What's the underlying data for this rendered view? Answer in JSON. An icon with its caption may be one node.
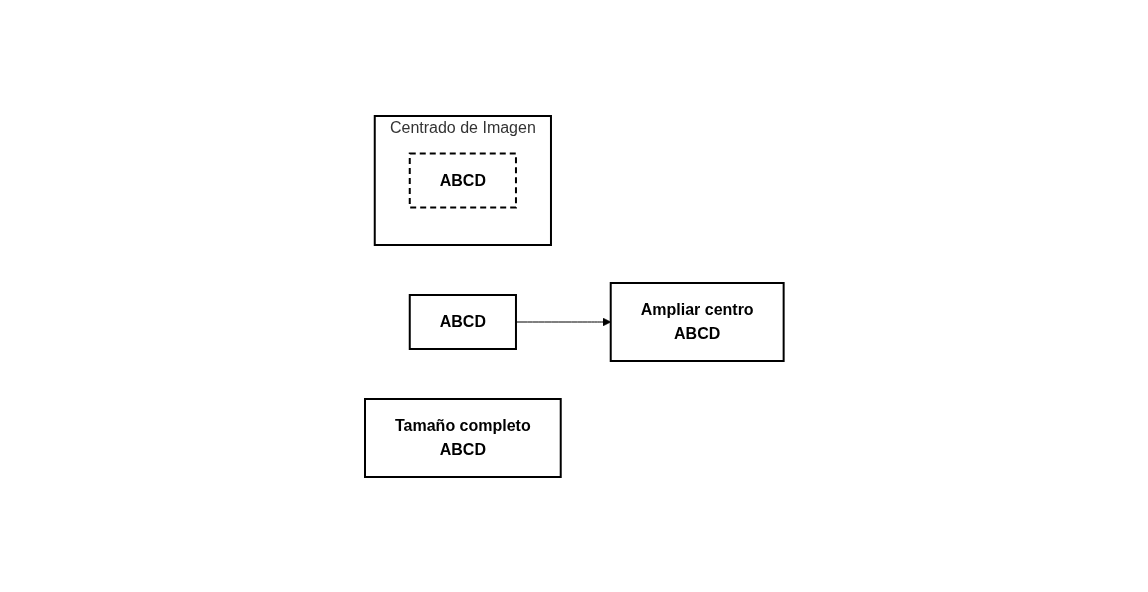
{
  "diagram": {
    "nodes": [
      {
        "text": [
          "ABCD"
        ]
      },
      {
        "text": [
          "Tamaño completo",
          "ABCD"
        ]
      },
      {
        "text": [
          "Ampliar centro",
          "ABCD"
        ]
      },
      {
        "text": [
          "Centrado de Imagen"
        ]
      },
      {
        "text": [
          "ABCD"
        ],
        "in": 3
      }
    ],
    "edges": [
      {
        "from": 0,
        "to": 2,
        "arrow": "to"
      }
    ]
  }
}
